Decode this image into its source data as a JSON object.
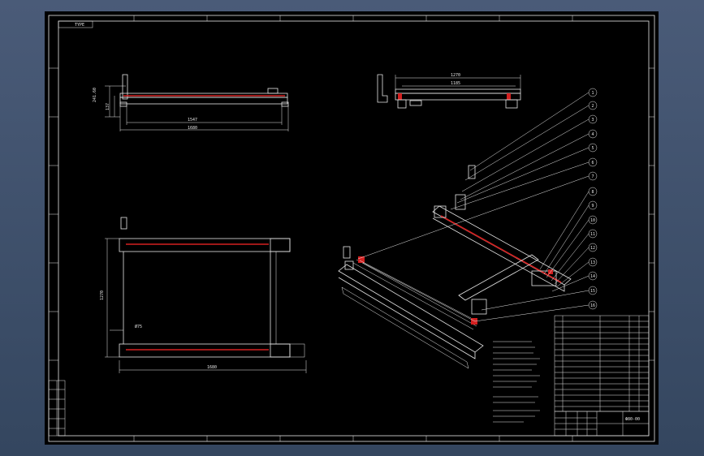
{
  "drawing": {
    "tag": "TYPE",
    "dimensions": {
      "side_height_1": "241.60",
      "side_height_2": "137",
      "side_inner_width": "1547",
      "side_total_width": "1680",
      "end_outer": "1270",
      "end_inner": "1185",
      "plan_height": "1270",
      "plan_total_width": "1680",
      "plan_dia": "Ø75"
    },
    "balloons": [
      "1",
      "2",
      "3",
      "4",
      "5",
      "6",
      "7",
      "8",
      "9",
      "10",
      "11",
      "12",
      "13",
      "14",
      "15",
      "16"
    ],
    "title_block": {
      "drawing_no": "Ф80-00"
    }
  }
}
